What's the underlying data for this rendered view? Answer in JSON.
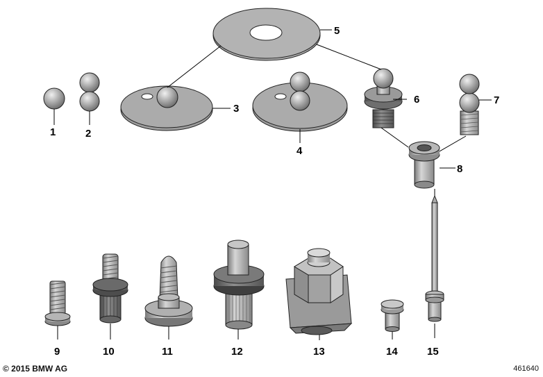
{
  "diagram": {
    "parts": [
      {
        "label": "1"
      },
      {
        "label": "2"
      },
      {
        "label": "3"
      },
      {
        "label": "4"
      },
      {
        "label": "5"
      },
      {
        "label": "6"
      },
      {
        "label": "7"
      },
      {
        "label": "8"
      },
      {
        "label": "9"
      },
      {
        "label": "10"
      },
      {
        "label": "11"
      },
      {
        "label": "12"
      },
      {
        "label": "13"
      },
      {
        "label": "14"
      },
      {
        "label": "15"
      }
    ]
  },
  "footer": {
    "copyright": "© 2015 BMW AG",
    "image_number": "461640"
  },
  "colors": {
    "part_fill": "#a8a8a8",
    "part_shade": "#7a7a7a",
    "outline": "#222222",
    "leader": "#000000"
  }
}
